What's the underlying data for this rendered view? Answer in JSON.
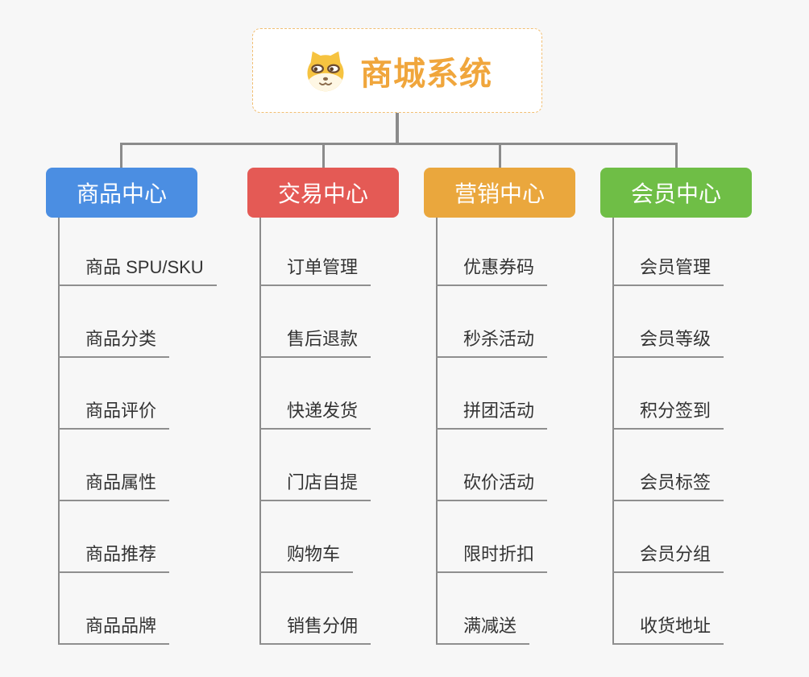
{
  "root": {
    "title": "商城系统",
    "icon": "shiba-dog-icon",
    "accent_color": "#f0a63c",
    "border_color": "#f2bf73"
  },
  "branches": [
    {
      "label": "商品中心",
      "color": "#4b8ee2",
      "items": [
        "商品 SPU/SKU",
        "商品分类",
        "商品评价",
        "商品属性",
        "商品推荐",
        "商品品牌"
      ]
    },
    {
      "label": "交易中心",
      "color": "#e45a55",
      "items": [
        "订单管理",
        "售后退款",
        "快递发货",
        "门店自提",
        "购物车",
        "销售分佣"
      ]
    },
    {
      "label": "营销中心",
      "color": "#eaa73d",
      "items": [
        "优惠券码",
        "秒杀活动",
        "拼团活动",
        "砍价活动",
        "限时折扣",
        "满减送"
      ]
    },
    {
      "label": "会员中心",
      "color": "#6fbe46",
      "items": [
        "会员管理",
        "会员等级",
        "积分签到",
        "会员标签",
        "会员分组",
        "收货地址"
      ]
    }
  ],
  "colors": {
    "background": "#f7f7f7",
    "connector": "#8b8b8b",
    "leaf_text": "#333333",
    "header_text": "#ffffff"
  }
}
